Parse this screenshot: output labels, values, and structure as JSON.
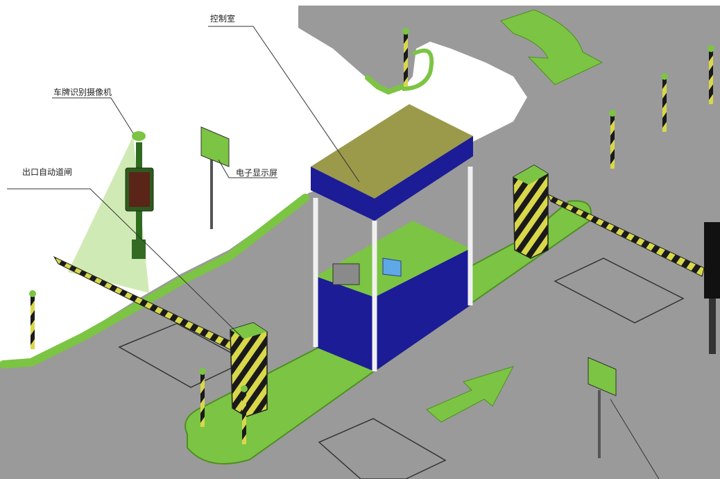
{
  "labels": {
    "control_room": "控制室",
    "plate_camera": "车牌识别摄像机",
    "exit_gate": "出口自动道闸",
    "display_screen": "电子显示屏"
  },
  "colors": {
    "road": "#9a9a9a",
    "green": "#7cc443",
    "green_dark": "#4f8f22",
    "booth_blue": "#1c1c96",
    "booth_roof": "#9a9a4a",
    "stripe_dark": "#1a1a1a",
    "stripe_light": "#d8d84a",
    "camera_cone": "#c8e6a8"
  }
}
